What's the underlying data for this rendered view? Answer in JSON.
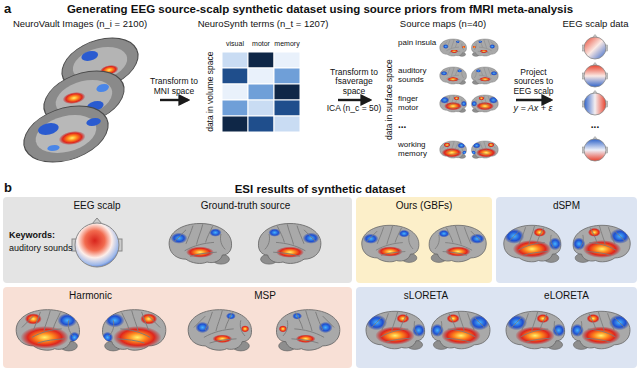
{
  "diagram": {
    "nodes": [
      {
        "text": [
          "NeuroVault Images (n_i = 2100)"
        ]
      },
      {
        "text": [
          "NeuroSynth terms (n_t = 1207)"
        ]
      },
      {
        "text": [
          "Source maps (n=40)"
        ]
      },
      {
        "text": [
          "EEG scalp data"
        ]
      },
      {
        "text": [
          "EEG scalp",
          "Ground-truth source",
          "Keywords:",
          "auditory sounds"
        ]
      },
      {
        "text": [
          "Ours (GBFs)"
        ]
      },
      {
        "text": [
          "dSPM"
        ]
      },
      {
        "text": [
          "Harmonic",
          "MSP"
        ]
      },
      {
        "text": [
          "sLORETA",
          "eLORETA"
        ]
      }
    ],
    "edges": [
      {
        "from": 0,
        "to": 1,
        "label": "Transform to MNI space",
        "arrow": "to"
      },
      {
        "from": 1,
        "to": 2,
        "label": "Transform to fsaverage space",
        "arrow": "to"
      },
      {
        "from": 2,
        "to": 3,
        "label": "Project sources to EEG scalp",
        "arrow": "to"
      }
    ],
    "labels": [
      "a",
      "Generating EEG source-scalp synthetic dataset using source priors from fMRI meta-analysis",
      "data in volume space",
      "visual",
      "motor",
      "memory",
      "ICA (n_c = 50)",
      "data in surface space",
      "pain insula",
      "auditory sounds",
      "finger motor",
      "...",
      "working memory",
      "y = Ax + ε",
      "...",
      "b",
      "ESI results of synthetic dataset"
    ]
  }
}
